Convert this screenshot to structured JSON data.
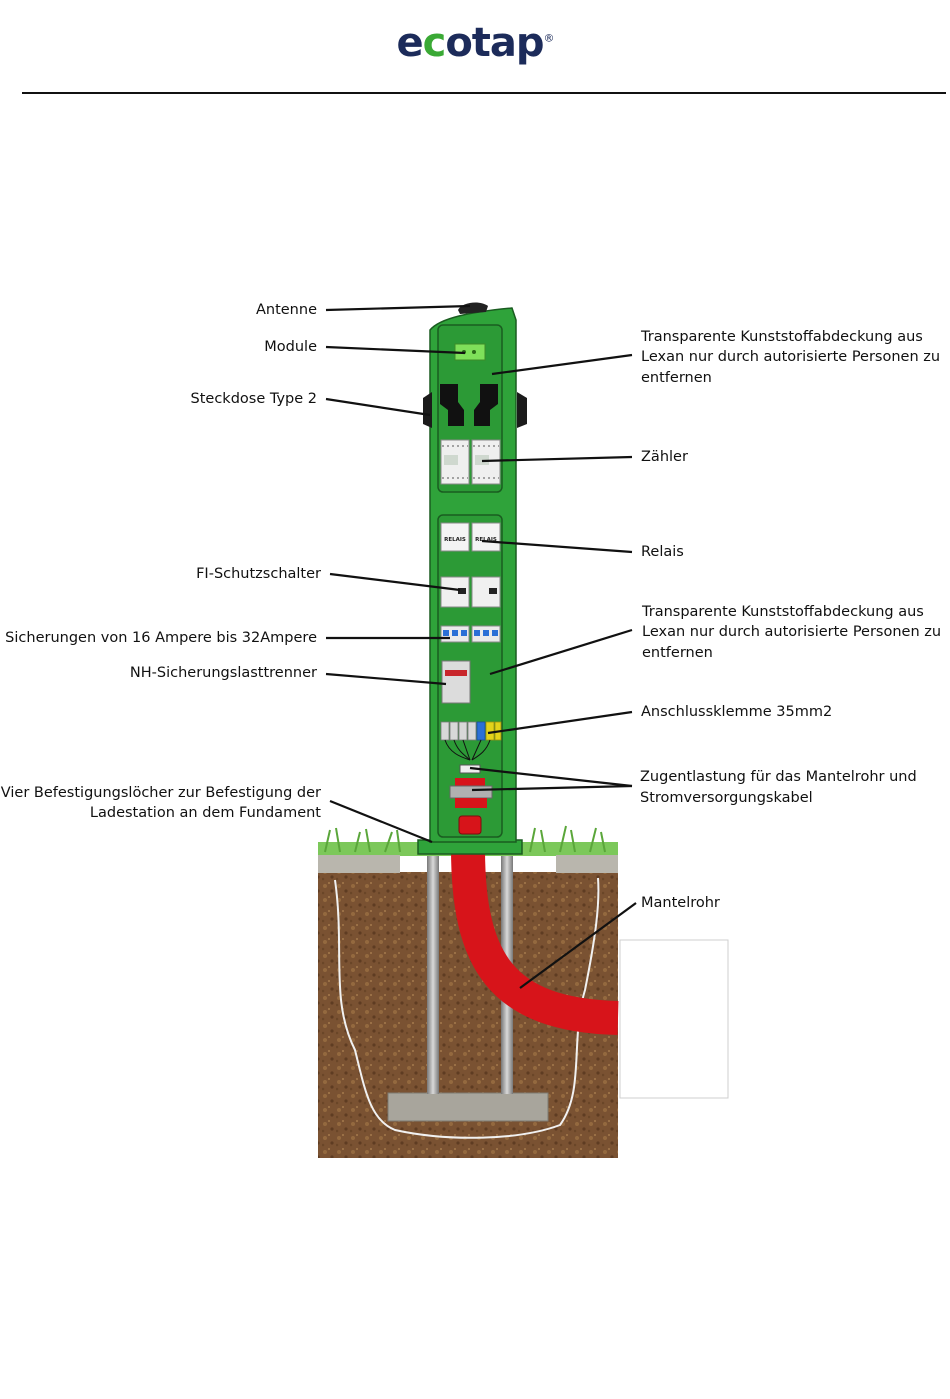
{
  "logo": {
    "text_prefix": "e",
    "text_c": "c",
    "text_suffix": "otap",
    "registered": "®",
    "colors": {
      "navy": "#1c2b5a",
      "green": "#3aa935"
    }
  },
  "labels": {
    "antenne": "Antenne",
    "module": "Module",
    "steckdose": "Steckdose Type 2",
    "cover_top_1": "Transparente Kunststoffabdeckung aus",
    "cover_top_2": "Lexan nur durch autorisierte Personen zu",
    "cover_top_3": "entfernen",
    "zaehler": "Zähler",
    "relais": "Relais",
    "fi": "FI-Schutzschalter",
    "sicherungen": "Sicherungen von 16 Ampere bis 32Ampere",
    "cover_bot_1": "Transparente Kunststoffabdeckung aus",
    "cover_bot_2": "Lexan nur durch autorisierte Personen zu",
    "cover_bot_3": "entfernen",
    "nh": "NH-Sicherungslasttrenner",
    "klemme": "Anschlussklemme 35mm2",
    "zug_1": "Zugentlastung für das Mantelrohr und",
    "zug_2": "Stromversorgungskabel",
    "vier_1": "Vier Befestigungslöcher zur Befestigung der",
    "vier_2": "Ladestation an dem Fundament",
    "mantel": "Mantelrohr"
  },
  "device_text": {
    "relais_1": "RELAIS",
    "relais_2": "RELAIS"
  },
  "colors": {
    "post_green": "#2fa33a",
    "dark_green": "#1f6e26",
    "conduit_red": "#d7141a",
    "soil": "#7a5232",
    "grass": "#7cc85a",
    "concrete": "#b9b6ad"
  }
}
